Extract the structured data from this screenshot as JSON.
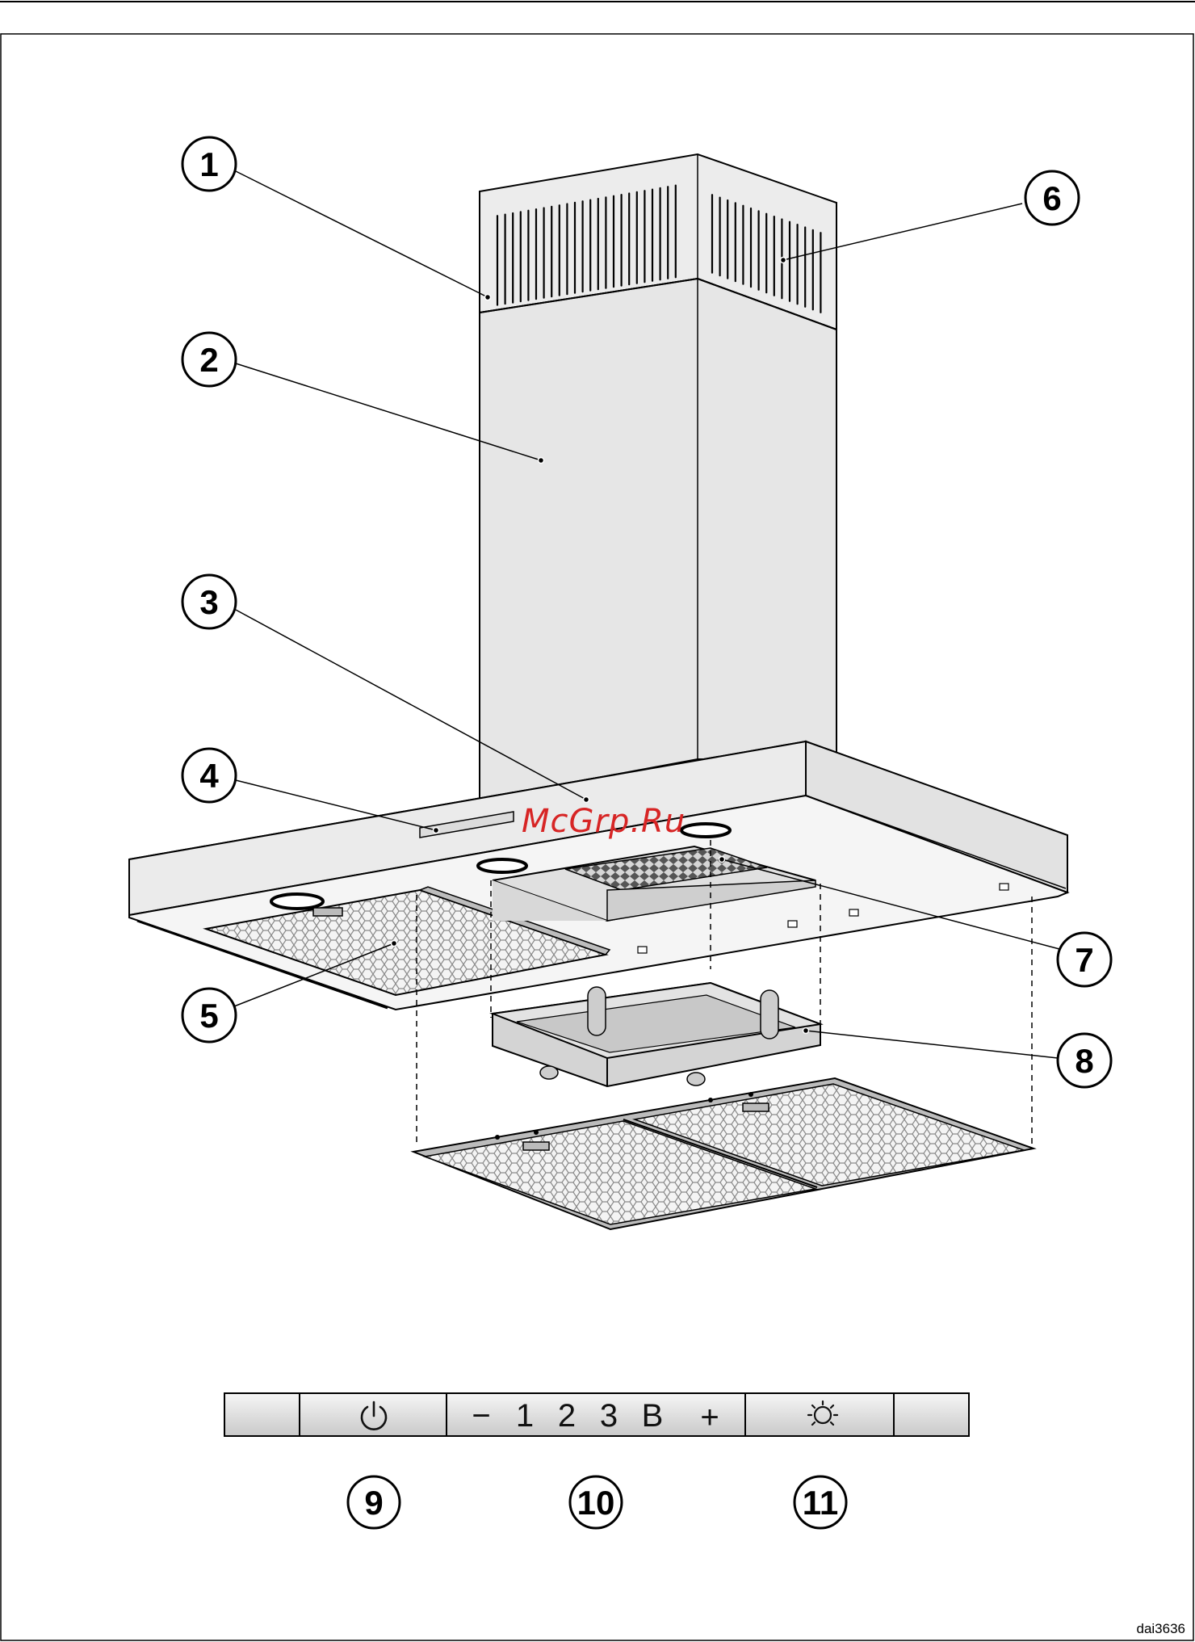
{
  "callouts": [
    "1",
    "2",
    "3",
    "4",
    "5",
    "6",
    "7",
    "8",
    "9",
    "10",
    "11"
  ],
  "control_panel": {
    "power_icon": "power-icon",
    "minus": "−",
    "level_1": "1",
    "level_2": "2",
    "level_3": "3",
    "boost": "B",
    "plus": "+",
    "light_icon": "light-icon"
  },
  "watermark": "McGrp.Ru",
  "document_id": "dai3636"
}
